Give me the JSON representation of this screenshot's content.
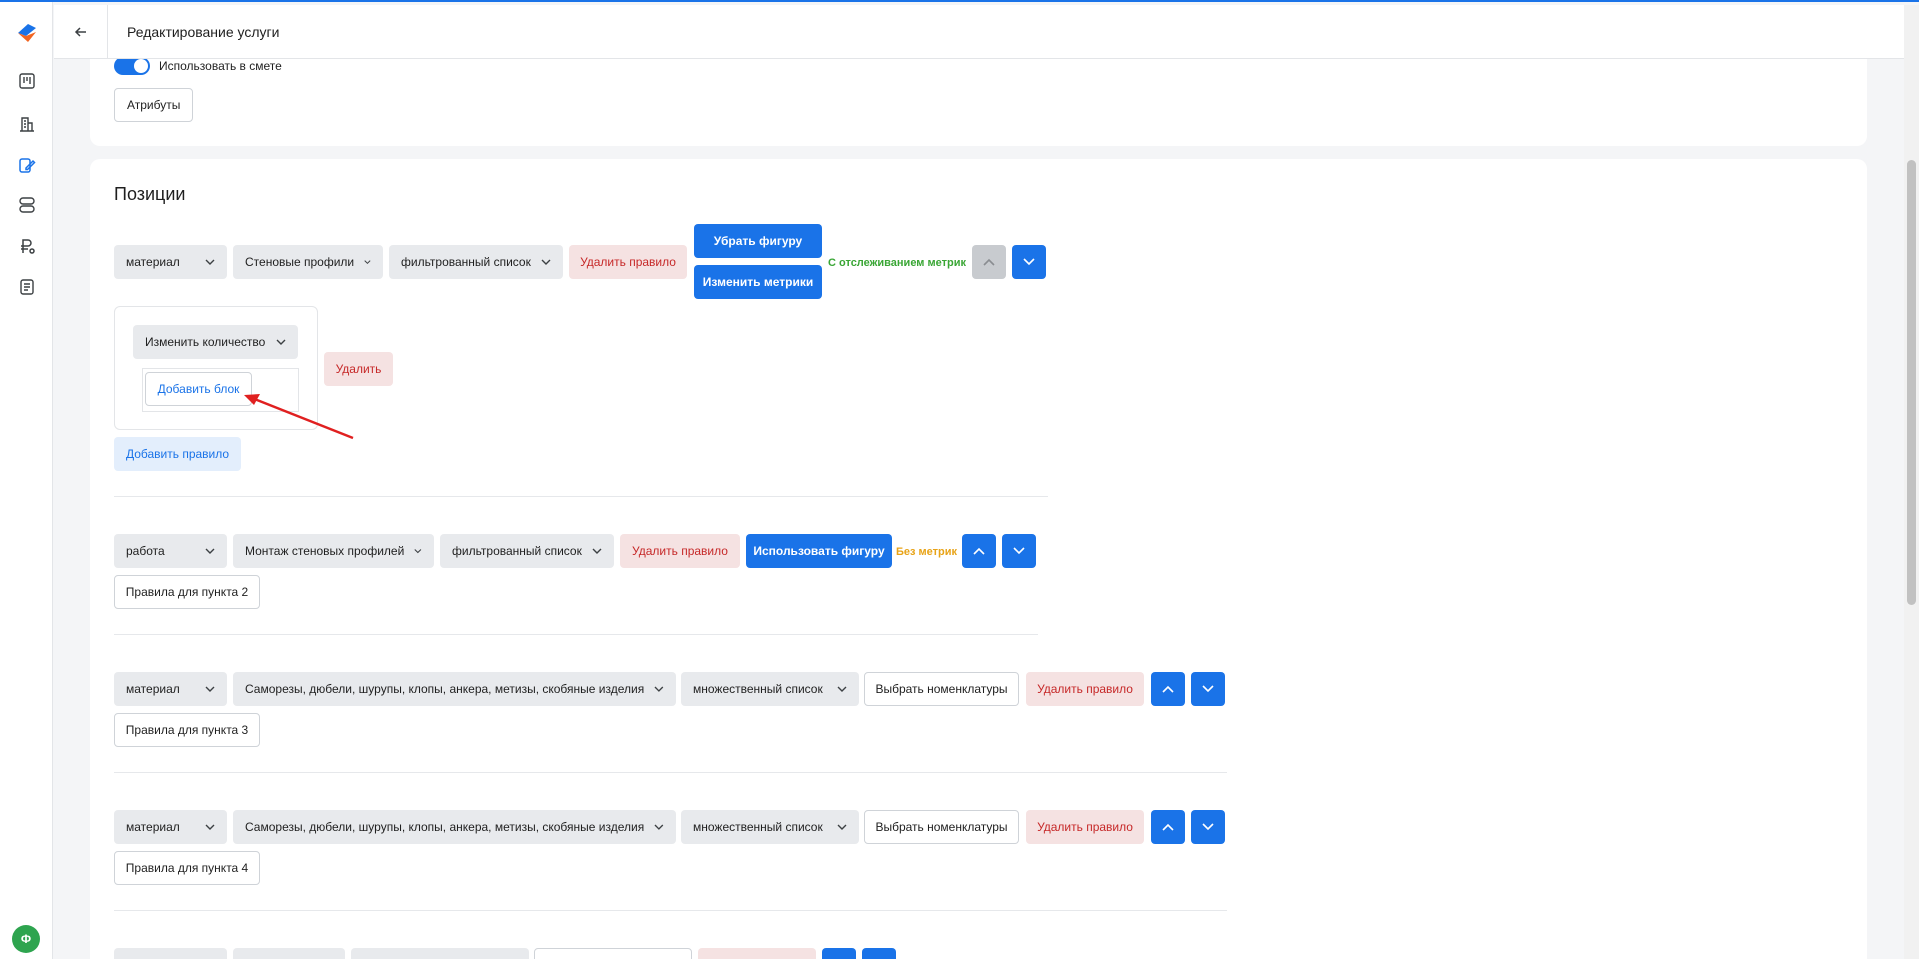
{
  "header": {
    "title": "Редактирование услуги"
  },
  "avatar": {
    "letter": "Ф"
  },
  "top_card": {
    "toggle_label": "Использовать в смете",
    "toggle_on": true,
    "attributes_button": "Атрибуты"
  },
  "positions": {
    "title": "Позиции",
    "row1": {
      "type": "материал",
      "item": "Стеновые профили",
      "list": "фильтрованный список",
      "delete_rule": "Удалить правило",
      "remove_shape": "Убрать фигуру",
      "change_metrics": "Изменить метрики",
      "status": "С отслеживанием метрик",
      "rule_action": "Изменить количество",
      "add_block": "Добавить блок",
      "delete": "Удалить",
      "add_rule": "Добавить правило"
    },
    "row2": {
      "type": "работа",
      "item": "Монтаж стеновых профилей",
      "list": "фильтрованный список",
      "delete_rule": "Удалить правило",
      "use_shape": "Использовать фигуру",
      "status": "Без метрик",
      "rules": "Правила для пункта 2"
    },
    "row3": {
      "type": "материал",
      "item": "Саморезы, дюбели, шурупы, клопы, анкера, метизы, скобяные изделия",
      "list": "множественный список",
      "choose": "Выбрать номенклатуры",
      "delete_rule": "Удалить правило",
      "rules": "Правила для пункта 3"
    },
    "row4": {
      "type": "материал",
      "item": "Саморезы, дюбели, шурупы, клопы, анкера, метизы, скобяные изделия",
      "list": "множественный список",
      "choose": "Выбрать номенклатуры",
      "delete_rule": "Удалить правило",
      "rules": "Правила для пункта 4"
    }
  },
  "colors": {
    "accent": "#1a73e8",
    "danger": "#c62828",
    "success": "#3aa635",
    "warning": "#e8a317",
    "annotation": "#e02020"
  },
  "icons": [
    "logo-icon",
    "board-icon",
    "buildings-icon",
    "edit-icon",
    "server-icon",
    "ruble-icon",
    "document-icon",
    "back-arrow-icon",
    "chevron-down-icon",
    "chevron-up-icon"
  ]
}
